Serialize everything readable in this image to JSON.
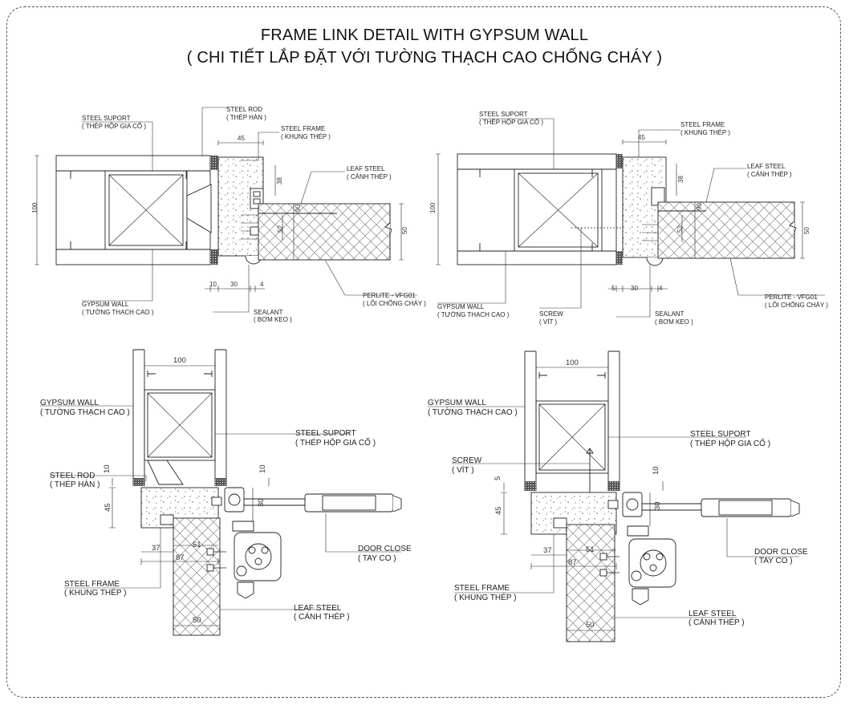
{
  "title": {
    "line1": "FRAME LINK DETAIL WITH GYPSUM WALL",
    "line2": "( CHI TIẾT LẮP ĐẶT VỚI TƯỜNG THẠCH CAO CHỐNG CHÁY )"
  },
  "detail_a": {
    "steel_suport": "STEEL SUPORT",
    "steel_suport_vi": "( THÉP HỘP GIA CỐ )",
    "steel_rod": "STEEL ROD",
    "steel_rod_vi": "( THÉP HÀN )",
    "steel_frame": "STEEL FRAME",
    "steel_frame_vi": "( KHUNG THÉP )",
    "leaf_steel": "LEAF STEEL",
    "leaf_steel_vi": "( CÁNH THÉP )",
    "gypsum_wall": "GYPSUM WALL",
    "gypsum_wall_vi": "( TƯỜNG THẠCH CAO )",
    "sealant": "SEALANT",
    "sealant_vi": "( BƠM KEO )",
    "perlite": "PERLITE - VFG01",
    "perlite_vi": "( LÕI CHỐNG CHÁY )",
    "dims": {
      "d45": "45",
      "d100": "100",
      "d38": "38",
      "d90": "90",
      "d52": "52",
      "d50": "50",
      "d10": "10",
      "d30": "30",
      "d4": "4"
    }
  },
  "detail_b": {
    "steel_suport": "STEEL SUPORT",
    "steel_suport_vi": "( THÉP HỘP GIA CỐ )",
    "steel_frame": "STEEL FRAME",
    "steel_frame_vi": "( KHUNG THÉP )",
    "leaf_steel": "LEAF STEEL",
    "leaf_steel_vi": "( CÁNH THÉP )",
    "gypsum_wall": "GYPSUM WALL",
    "gypsum_wall_vi": "( TƯỜNG THẠCH CAO )",
    "screw": "SCREW",
    "screw_vi": "( VÍT )",
    "sealant": "SEALANT",
    "sealant_vi": "( BƠM KEO )",
    "perlite": "PERLITE - VFG01",
    "perlite_vi": "( LÕI CHỐNG CHÁY )",
    "dims": {
      "d45": "45",
      "d100": "100",
      "d38": "38",
      "d90": "90",
      "d52": "52",
      "d50": "50",
      "d5": "5",
      "d30": "30",
      "d4": "4"
    }
  },
  "detail_c": {
    "gypsum_wall": "GYPSUM WALL",
    "gypsum_wall_vi": "( TƯỜNG THẠCH CAO )",
    "steel_suport": "STEEL SUPORT",
    "steel_suport_vi": "( THÉP HỘP GIA CỐ )",
    "steel_rod": "STEEL ROD",
    "steel_rod_vi": "( THÉP HÀN )",
    "door_close": "DOOR CLOSE",
    "door_close_vi": "( TAY CO )",
    "steel_frame": "STEEL FRAME",
    "steel_frame_vi": "( KHUNG THÉP )",
    "leaf_steel": "LEAF STEEL",
    "leaf_steel_vi": "( CÁNH THÉP )",
    "dims": {
      "d100": "100",
      "d10a": "10",
      "d10b": "10",
      "d45": "45",
      "d30": "30",
      "d37": "37",
      "d51": "51",
      "d87": "87",
      "d50": "50"
    }
  },
  "detail_d": {
    "gypsum_wall": "GYPSUM WALL",
    "gypsum_wall_vi": "( TƯỜNG THẠCH CAO )",
    "steel_suport": "STEEL SUPORT",
    "steel_suport_vi": "( THÉP HỘP GIA CỐ )",
    "screw": "SCREW",
    "screw_vi": "( VÍT )",
    "door_close": "DOOR CLOSE",
    "door_close_vi": "( TAY CO )",
    "steel_frame": "STEEL FRAME",
    "steel_frame_vi": "( KHUNG THÉP )",
    "leaf_steel": "LEAF STEEL",
    "leaf_steel_vi": "( CÁNH THÉP )",
    "dims": {
      "d100": "100",
      "d10": "10",
      "d5": "5",
      "d45": "45",
      "d30": "30",
      "d37": "37",
      "d51": "51",
      "d87": "87",
      "d50": "50"
    }
  },
  "colors": {
    "line": "#222222",
    "leader": "#333333",
    "fill": "#ffffff",
    "concrete_dot": "#666666"
  }
}
